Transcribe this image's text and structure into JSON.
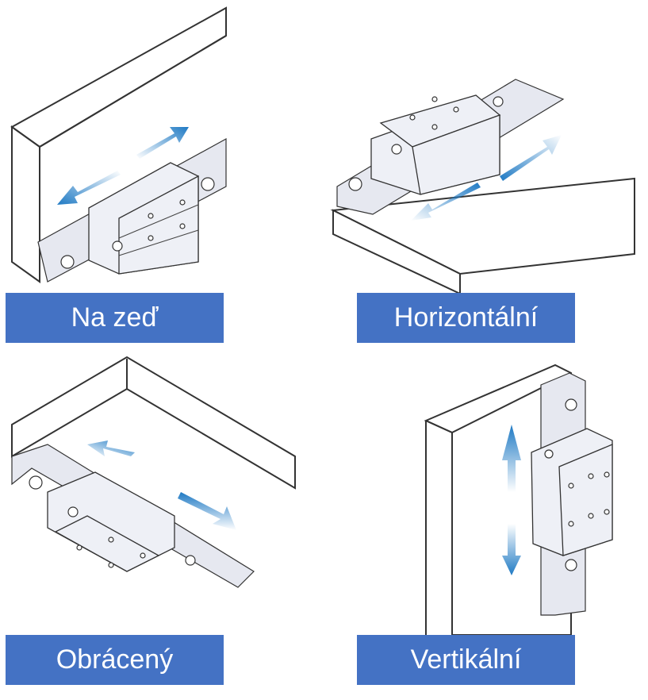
{
  "panels": [
    {
      "label": "Na zeď"
    },
    {
      "label": "Horizontální"
    },
    {
      "label": "Obrácený"
    },
    {
      "label": "Vertikální"
    }
  ],
  "colors": {
    "label_bg": "#4472c4",
    "label_text": "#ffffff",
    "arrow": "#1f7ac4"
  }
}
